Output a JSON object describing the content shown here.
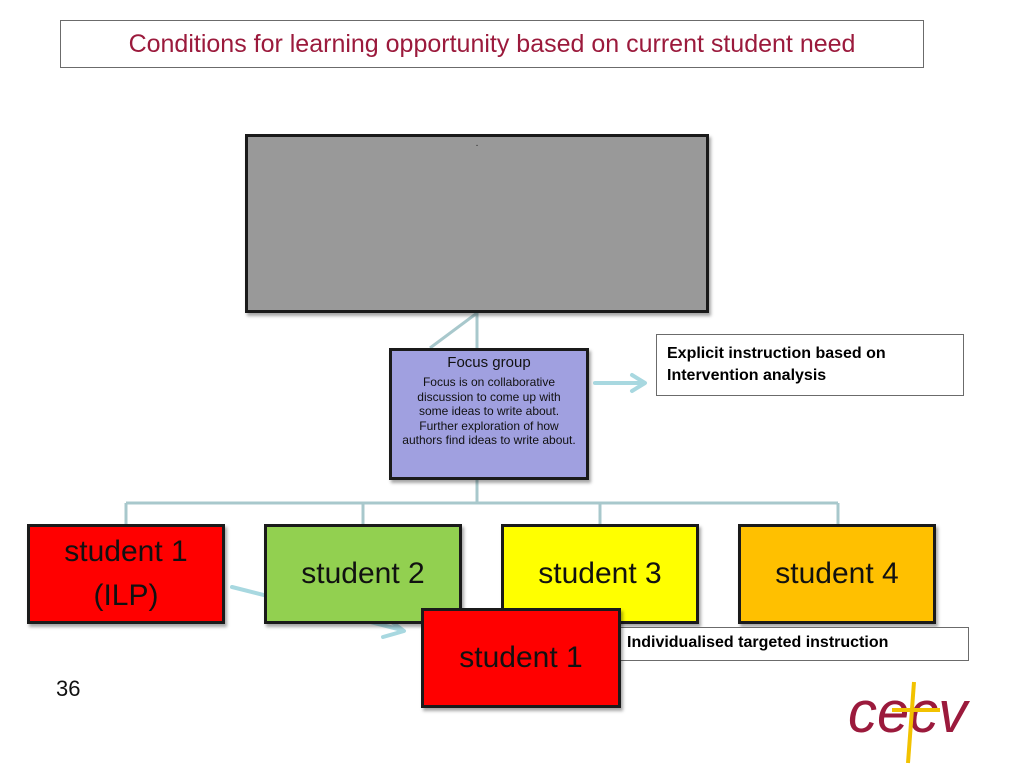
{
  "title": "Conditions for learning opportunity based on current student need",
  "top_box": {
    "text": "."
  },
  "focus_group": {
    "title": "Focus group",
    "description": "Focus is on  collaborative discussion to come up with some ideas to write about. Further exploration of how authors find ideas to write about."
  },
  "explicit_instruction": "Explicit instruction  based on Intervention analysis",
  "students": [
    {
      "label_line1": "student 1",
      "label_line2": "(ILP)",
      "color": "#ff0000"
    },
    {
      "label": "student 2",
      "color": "#92d050"
    },
    {
      "label": "student 3",
      "color": "#ffff00"
    },
    {
      "label": "student 4",
      "color": "#ffc000"
    }
  ],
  "targeted_student": {
    "label": "student 1",
    "color": "#ff0000"
  },
  "individualised_instruction": "Individualised targeted instruction",
  "page_number": "36",
  "logo": {
    "text": "cecv",
    "color": "#9b1a3c",
    "cross_color": "#f2c200"
  },
  "colors": {
    "title": "#9b1a3c",
    "connector": "#a8c8cc",
    "arrow": "#a8d8e0",
    "gray_box": "#999999",
    "focus_box": "#a0a0e0"
  }
}
